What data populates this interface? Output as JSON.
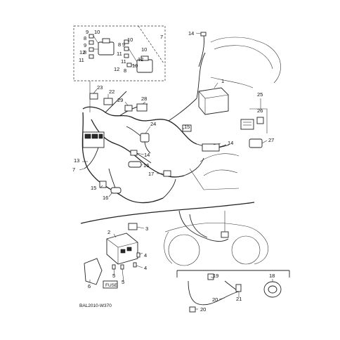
{
  "diagram": {
    "code": "BAL2010-W370",
    "callouts": {
      "c1": "1",
      "c2": "2",
      "c3": "3",
      "c4a": "4",
      "c4b": "4",
      "c5a": "5",
      "c5b": "5",
      "c6": "6",
      "c7a": "7",
      "c7b": "7",
      "c8a": "8",
      "c8b": "8",
      "c8c": "8",
      "c8d": "8",
      "c9a": "9",
      "c9b": "9",
      "c9c": "9",
      "c10a": "10",
      "c10b": "10",
      "c10c": "10",
      "c10d": "10",
      "c11a": "11",
      "c11b": "11",
      "c11c": "11",
      "c12a": "12",
      "c12b": "12",
      "c12c": "12",
      "c13": "13",
      "c14a": "14",
      "c14b": "14",
      "c14c": "14",
      "c15a": "15",
      "c15b": "15",
      "c16a": "16",
      "c16b": "16",
      "c17": "17",
      "c18": "18",
      "c19": "19",
      "c20a": "20",
      "c20b": "20",
      "c21": "21",
      "c22": "22",
      "c23": "23",
      "c24": "24",
      "c25": "25",
      "c26": "26",
      "c27": "27",
      "c28": "28",
      "c29": "29"
    }
  }
}
